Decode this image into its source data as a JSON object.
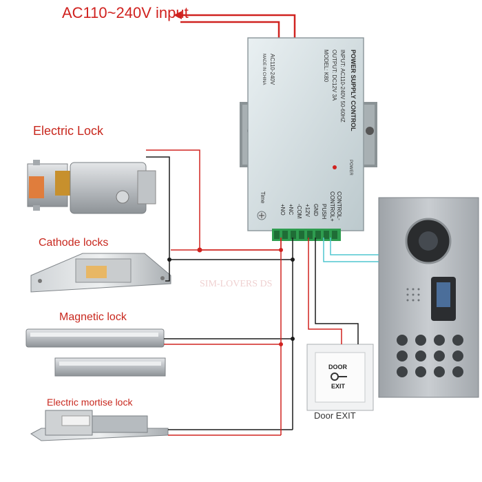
{
  "input_label": "AC110~240V input",
  "devices": {
    "electric_lock": "Electric Lock",
    "cathode_locks": "Cathode locks",
    "magnetic_lock": "Magnetic lock",
    "mortise_lock": "Electric mortise lock",
    "door_exit": "Door EXIT"
  },
  "power_supply": {
    "title": "POWER SUPPLY CONTROL",
    "input": "INPUT: AC110-240V  50-60HZ",
    "output": "OUTPUT: DC12V  3A",
    "model": "MODEL: K80",
    "ac_label": "AC110-240V",
    "made_in": "MADE IN CHINA",
    "power_led": "POWER",
    "time": "Time",
    "terminals": [
      "CONTROL-",
      "CONTROL+",
      "PUSH",
      "GND",
      "+12V",
      "-COM",
      "+NC",
      "+NO"
    ]
  },
  "exit_button": {
    "line1": "DOOR",
    "line2": "EXIT"
  },
  "watermark": "SIM-LOVERS DS",
  "colors": {
    "accent_red": "#d0221f",
    "wire_cyan": "#4fc6cf",
    "wire_black": "#1a1a1a"
  }
}
